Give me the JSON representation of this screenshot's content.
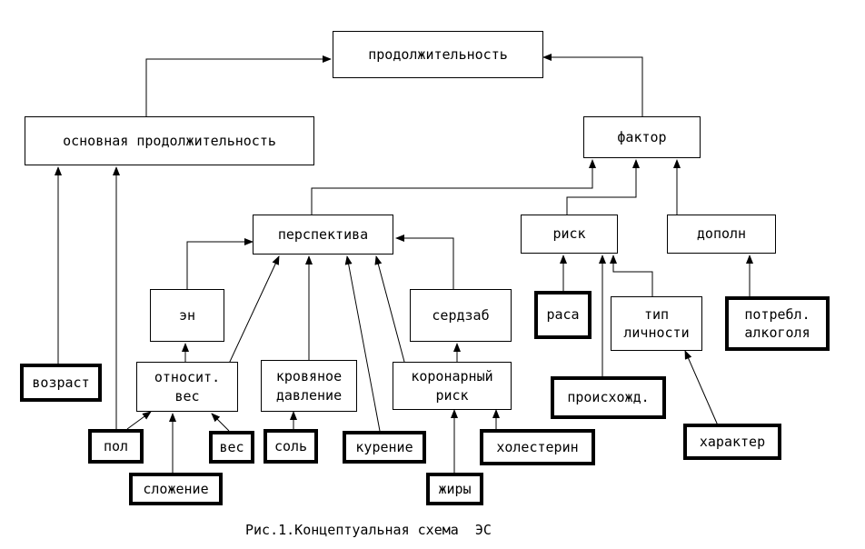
{
  "diagram": {
    "caption": "Рис.1.Концептуальная схема  ЭС",
    "nodes": {
      "prodolzh": "продолжительность",
      "osnovnaya": "основная продолжительность",
      "faktor": "фактор",
      "perspektiva": "перспектива",
      "risk": "риск",
      "dopoln": "дополн",
      "en": "эн",
      "serdzab": "сердзаб",
      "rasa": "раса",
      "tip": "тип\nличности",
      "alkogol": "потребл.\nалкоголя",
      "vozrast": "возраст",
      "otnosit": "относит.\nвес",
      "krovyanoe": "кровяное\nдавление",
      "koronarny": "коронарный\nриск",
      "proiskhozhd": "происхожд.",
      "pol": "пол",
      "ves": "вес",
      "sol": "соль",
      "kurenie": "курение",
      "kholesterin": "холестерин",
      "kharakter": "характер",
      "slozhenie": "сложение",
      "zhiry": "жиры"
    }
  }
}
